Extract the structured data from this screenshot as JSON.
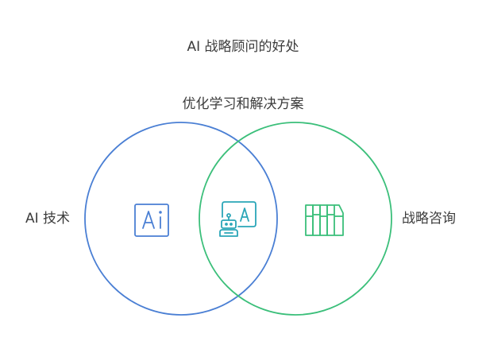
{
  "title": "AI 战略顾问的好处",
  "overlap_label": "优化学习和解决方案",
  "left_set": {
    "label": "AI 技术",
    "color": "#4a7fd4",
    "icon": "ai-chip-icon"
  },
  "right_set": {
    "label": "战略咨询",
    "color": "#3bbf7a",
    "icon": "bookshelf-icon"
  },
  "overlap": {
    "icon": "robot-assistant-icon",
    "color": "#2aa6b8"
  }
}
